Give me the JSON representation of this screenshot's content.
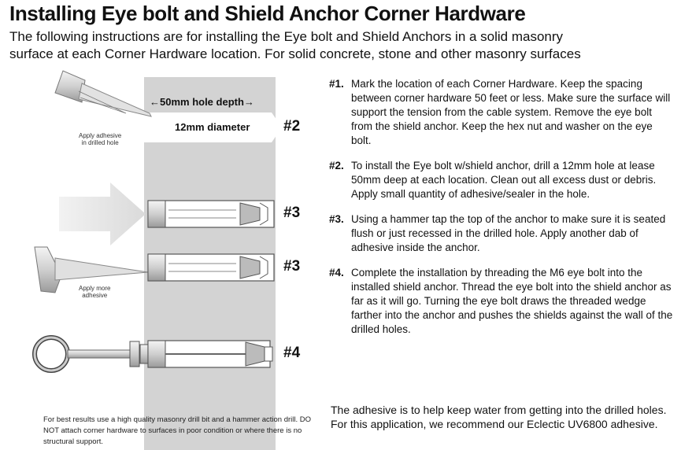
{
  "header": {
    "title": "Installing Eye bolt and Shield Anchor Corner Hardware",
    "intro_line1": "The following instructions are for installing the Eye bolt and Shield Anchors in a solid masonry",
    "intro_line2": "surface at each Corner Hardware location. For solid concrete, stone and other masonry surfaces"
  },
  "diagram": {
    "hole_depth": "50mm hole depth",
    "diameter": "12mm diameter",
    "label_adhesive": "Apply adhesive\nin drilled hole",
    "label_more": "Apply more\nadhesive",
    "step_labels": [
      "#2",
      "#3",
      "#3",
      "#4"
    ],
    "note": "For best results use a high quality masonry drill bit and a hammer action drill. DO NOT attach corner hardware to surfaces in poor condition or where there is no structural support."
  },
  "steps": [
    {
      "num": "#1.",
      "text": "Mark the location of each Corner Hardware. Keep the spacing between corner hardware 50 feet or less. Make sure the surface will support the tension from the cable system. Remove the eye bolt from the shield anchor. Keep the hex nut and washer on the eye bolt."
    },
    {
      "num": "#2.",
      "text": "To install the Eye bolt w/shield anchor, drill a 12mm hole at lease 50mm deep at each location. Clean out all excess dust or debris. Apply small quantity of adhesive/sealer in the hole."
    },
    {
      "num": "#3.",
      "text": "Using a hammer tap the top of the anchor to make sure it is seated flush or just recessed in the drilled hole. Apply another dab of adhesive inside the anchor."
    },
    {
      "num": "#4.",
      "text": "Complete the installation by threading the M6 eye bolt into the installed shield anchor. Thread the eye bolt into the shield anchor as far as it will go. Turning the eye bolt draws the threaded wedge farther into the anchor and pushes the shields against the wall of the drilled holes."
    }
  ],
  "footer": "The adhesive is to help keep water from getting into the drilled holes. For this application, we recommend our Eclectic UV6800 adhesive."
}
